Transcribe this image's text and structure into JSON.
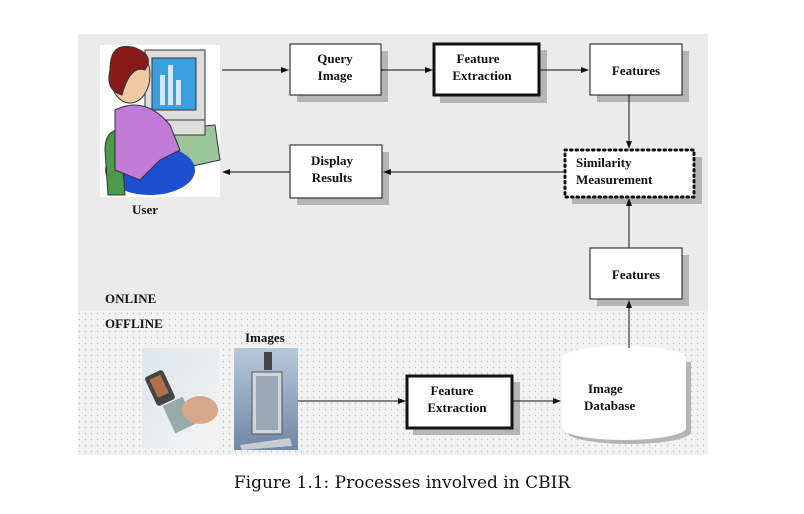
{
  "diagram": {
    "online_label": "ONLINE",
    "offline_label": "OFFLINE",
    "user_label": "User",
    "images_label": "Images",
    "nodes": {
      "query_image": [
        "Query",
        "Image"
      ],
      "feature_extraction_online": [
        "Feature",
        "Extraction"
      ],
      "features_online": "Features",
      "similarity": [
        "Similarity",
        "Measurement"
      ],
      "display_results": [
        "Display",
        "Results"
      ],
      "features_offline": "Features",
      "feature_extraction_offline": [
        "Feature",
        "Extraction"
      ],
      "image_database": [
        "Image",
        "Database"
      ]
    },
    "colors": {
      "panel": "#ebebeb",
      "shadow": "#b5b5b5",
      "box": "#ffffff",
      "stroke": "#111111"
    }
  },
  "caption": "Figure 1.1: Processes involved in CBIR"
}
